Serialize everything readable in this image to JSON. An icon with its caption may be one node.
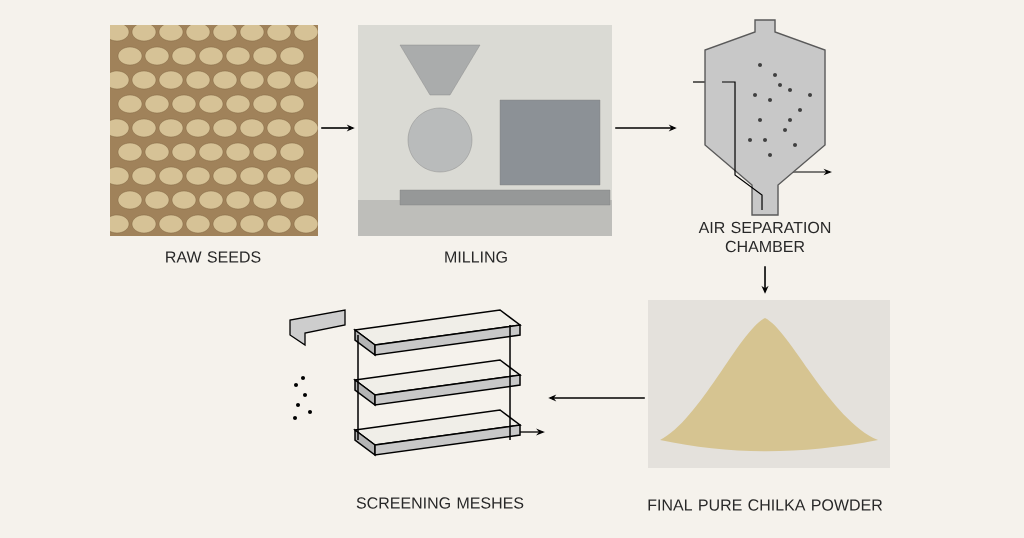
{
  "diagram": {
    "nodes": [
      {
        "text": [
          "RAW SEEDS"
        ]
      },
      {
        "text": [
          "MILLING"
        ]
      },
      {
        "text": [
          "AIR SEPARATION CHAMBER"
        ]
      },
      {
        "text": [
          "FINAL PURE CHILKA POWDER"
        ]
      },
      {
        "text": [
          "SCREENING MESHES"
        ]
      }
    ],
    "edges": [
      {
        "from": 0,
        "to": 1,
        "arrow": "to"
      },
      {
        "from": 1,
        "to": 2,
        "arrow": "to"
      },
      {
        "from": 2,
        "to": 3,
        "arrow": "to"
      },
      {
        "from": 3,
        "to": 4,
        "arrow": "to"
      }
    ]
  }
}
